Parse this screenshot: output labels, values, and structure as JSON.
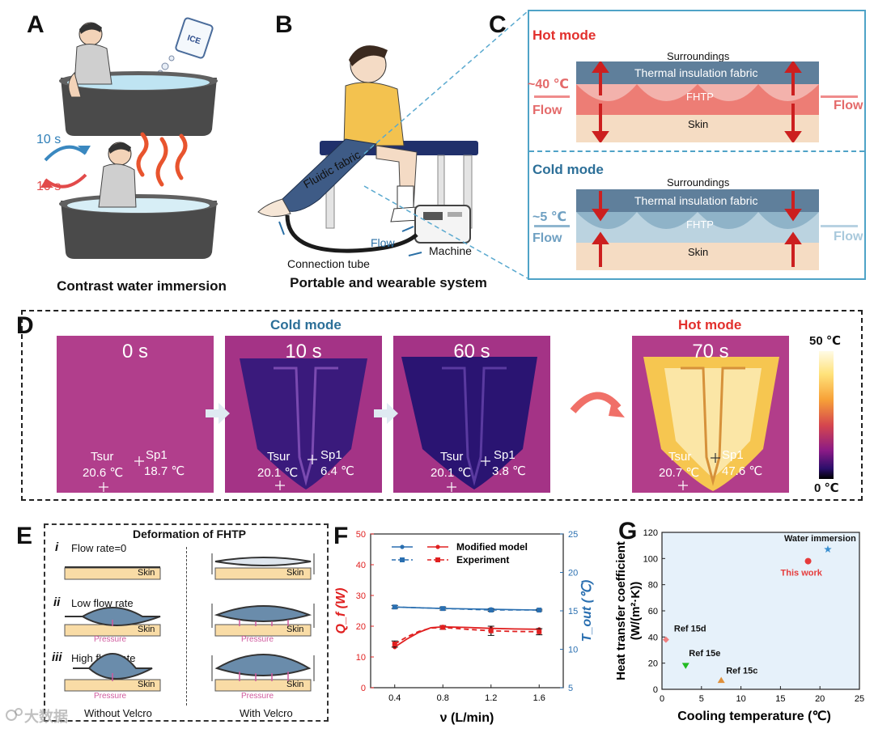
{
  "panels": {
    "A": {
      "label": "A",
      "caption": "Contrast water immersion",
      "ice_text": "ICE",
      "cycle_top": "10 s",
      "cycle_bottom": "10 s"
    },
    "B": {
      "label": "B",
      "caption": "Portable and wearable system",
      "fluidic_fabric": "Fluidic fabric",
      "flow": "Flow",
      "machine": "Machine",
      "connection_tube": "Connection tube"
    },
    "C": {
      "label": "C",
      "hot": {
        "title": "Hot mode",
        "surroundings": "Surroundings",
        "insulation": "Thermal insulation fabric",
        "fhtp": "FHTP",
        "skin": "Skin",
        "temp": "~40 ℃",
        "flow_in": "Flow",
        "flow_out": "Flow"
      },
      "cold": {
        "title": "Cold mode",
        "surroundings": "Surroundings",
        "insulation": "Thermal insulation fabric",
        "fhtp": "FHTP",
        "skin": "Skin",
        "temp": "~5 ℃",
        "flow_in": "Flow",
        "flow_out": "Flow"
      }
    },
    "D": {
      "label": "D",
      "cold_mode": "Cold mode",
      "hot_mode": "Hot mode",
      "frames": [
        {
          "time": "0 s",
          "tsur_label": "Tsur",
          "tsur_value": "20.6 ℃",
          "sp_label": "Sp1",
          "sp_value": "18.7 ℃"
        },
        {
          "time": "10 s",
          "tsur_label": "Tsur",
          "tsur_value": "20.1 ℃",
          "sp_label": "Sp1",
          "sp_value": "6.4 ℃"
        },
        {
          "time": "60 s",
          "tsur_label": "Tsur",
          "tsur_value": "20.1 ℃",
          "sp_label": "Sp1",
          "sp_value": "3.8 ℃"
        },
        {
          "time": "70 s",
          "tsur_label": "Tsur",
          "tsur_value": "20.7 ℃",
          "sp_label": "Sp1",
          "sp_value": "47.6 ℃"
        }
      ],
      "colorbar_max": "50 ℃",
      "colorbar_min": "0 ℃"
    },
    "E": {
      "label": "E",
      "title": "Deformation of FHTP",
      "rows": [
        {
          "num": "i",
          "label": "Flow rate=0"
        },
        {
          "num": "ii",
          "label": "Low flow rate"
        },
        {
          "num": "iii",
          "label": "High flow rate"
        }
      ],
      "skin": "Skin",
      "pressure": "Pressure",
      "without": "Without Velcro",
      "with": "With Velcro"
    },
    "F": {
      "label": "F"
    },
    "G": {
      "label": "G"
    }
  },
  "watermark": "大数据",
  "chart_data": [
    {
      "type": "line",
      "panel": "F",
      "xlabel": "ν (L/min)",
      "ylabel_left": "Q_f (W)",
      "ylabel_right": "T_out (℃)",
      "x": [
        0.4,
        0.8,
        1.2,
        1.6
      ],
      "xticks": [
        "0.4",
        "0.8",
        "1.2",
        "1.6"
      ],
      "xlim": [
        0.2,
        1.8
      ],
      "ylim_left": [
        0,
        50
      ],
      "yticks_left": [
        "0",
        "10",
        "20",
        "30",
        "40",
        "50"
      ],
      "ylim_right": [
        5,
        25
      ],
      "yticks_right": [
        "5",
        "10",
        "15",
        "20",
        "25"
      ],
      "left_color": "#e02020",
      "right_color": "#2a6fb0",
      "legend": {
        "modified": "Modified model",
        "experiment": "Experiment"
      },
      "series": [
        {
          "axis": "left",
          "style": "solid",
          "values": [
            13.2,
            19.8,
            19.3,
            19.0
          ]
        },
        {
          "axis": "left",
          "style": "dashed",
          "values": [
            14.2,
            19.6,
            18.5,
            18.2
          ],
          "errors": [
            1.0,
            0.6,
            1.5,
            1.0
          ]
        },
        {
          "axis": "right",
          "style": "solid",
          "values": [
            15.5,
            15.3,
            15.2,
            15.1
          ]
        },
        {
          "axis": "right",
          "style": "dashed",
          "values": [
            15.5,
            15.3,
            15.1,
            15.1
          ],
          "errors": [
            0.2,
            0.2,
            0.15,
            0.1
          ]
        }
      ],
      "curve_left_model": [
        [
          0.4,
          13.2
        ],
        [
          0.5,
          15.8
        ],
        [
          0.6,
          18.0
        ],
        [
          0.7,
          19.5
        ],
        [
          0.8,
          19.8
        ],
        [
          1.0,
          19.6
        ],
        [
          1.2,
          19.3
        ],
        [
          1.4,
          19.1
        ],
        [
          1.6,
          19.0
        ]
      ],
      "curve_left_exp": [
        [
          0.4,
          14.2
        ],
        [
          0.5,
          16.5
        ],
        [
          0.6,
          18.3
        ],
        [
          0.7,
          19.4
        ],
        [
          0.8,
          19.6
        ],
        [
          1.0,
          19.0
        ],
        [
          1.2,
          18.5
        ],
        [
          1.4,
          18.3
        ],
        [
          1.6,
          18.2
        ]
      ]
    },
    {
      "type": "scatter",
      "panel": "G",
      "xlabel": "Cooling temperature (℃)",
      "ylabel_lines": [
        "Heat transfer coefficient",
        "(W/(m²·K))"
      ],
      "xlim": [
        0,
        25
      ],
      "xticks": [
        "0",
        "5",
        "10",
        "15",
        "20",
        "25"
      ],
      "ylim": [
        0,
        120
      ],
      "yticks": [
        "0",
        "20",
        "40",
        "60",
        "80",
        "100",
        "120"
      ],
      "points": [
        {
          "label": "Water immersion",
          "x": 21.0,
          "y": 107,
          "color": "#3a8fd0",
          "marker": "star"
        },
        {
          "label": "This work",
          "x": 18.5,
          "y": 98,
          "color": "#e63b3b",
          "marker": "circle"
        },
        {
          "label": "Ref 15d",
          "x": 0.5,
          "y": 38,
          "color": "#f08080",
          "marker": "diamond"
        },
        {
          "label": "Ref 15e",
          "x": 3.0,
          "y": 18,
          "color": "#22bb22",
          "marker": "triangle-down"
        },
        {
          "label": "Ref 15c",
          "x": 7.5,
          "y": 7,
          "color": "#e0903a",
          "marker": "triangle-up"
        }
      ]
    }
  ]
}
